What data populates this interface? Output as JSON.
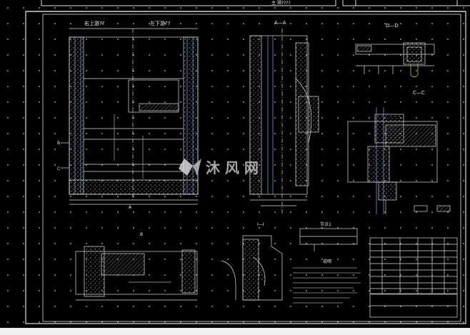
{
  "sheet": {
    "top_title": "主 溯????"
  },
  "labels": {
    "left_view": "右上游??",
    "right_view": "左下游??",
    "section_aa": "A—A",
    "detail_dd": "D—D",
    "detail_cc": "C—C",
    "section_ii": "I—I",
    "small_detail": "节点1",
    "notes": "说明",
    "b": "B",
    "c": "C",
    "a_bottom": "A",
    "b_bottom": "B"
  },
  "watermark": {
    "text": "沐 风 网"
  },
  "colors": {
    "background": "#000000",
    "lines": "#dcdcdc",
    "accent_blue": "#6ab4ff",
    "accent_yellow": "#e8e000",
    "accent_green": "#7bd67b"
  }
}
